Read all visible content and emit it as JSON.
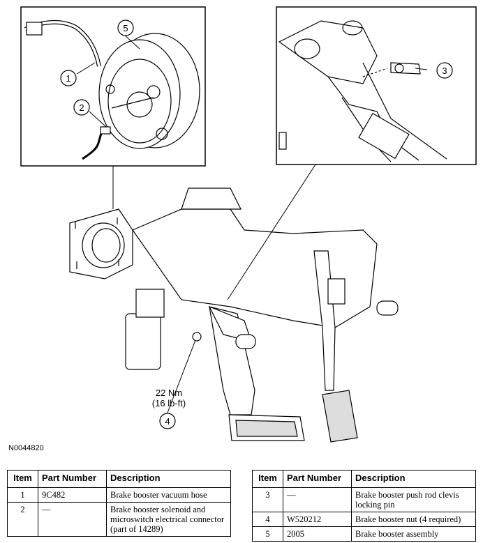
{
  "figure": {
    "id": "N0044820",
    "torque": {
      "nm": "22 Nm",
      "lbft": "(16 lb-ft)"
    },
    "callouts": [
      "1",
      "2",
      "3",
      "4",
      "5"
    ]
  },
  "tables": {
    "headers": {
      "item": "Item",
      "part_number": "Part Number",
      "description": "Description"
    },
    "left": [
      {
        "item": "1",
        "part_number": "9C482",
        "description": "Brake booster vacuum hose"
      },
      {
        "item": "2",
        "part_number": "—",
        "description": "Brake booster solenoid and microswitch electrical connector (part of 14289)"
      }
    ],
    "right": [
      {
        "item": "3",
        "part_number": "—",
        "description": "Brake booster push rod clevis locking pin"
      },
      {
        "item": "4",
        "part_number": "W520212",
        "description": "Brake booster nut (4 required)"
      },
      {
        "item": "5",
        "part_number": "2005",
        "description": "Brake booster assembly"
      }
    ]
  }
}
